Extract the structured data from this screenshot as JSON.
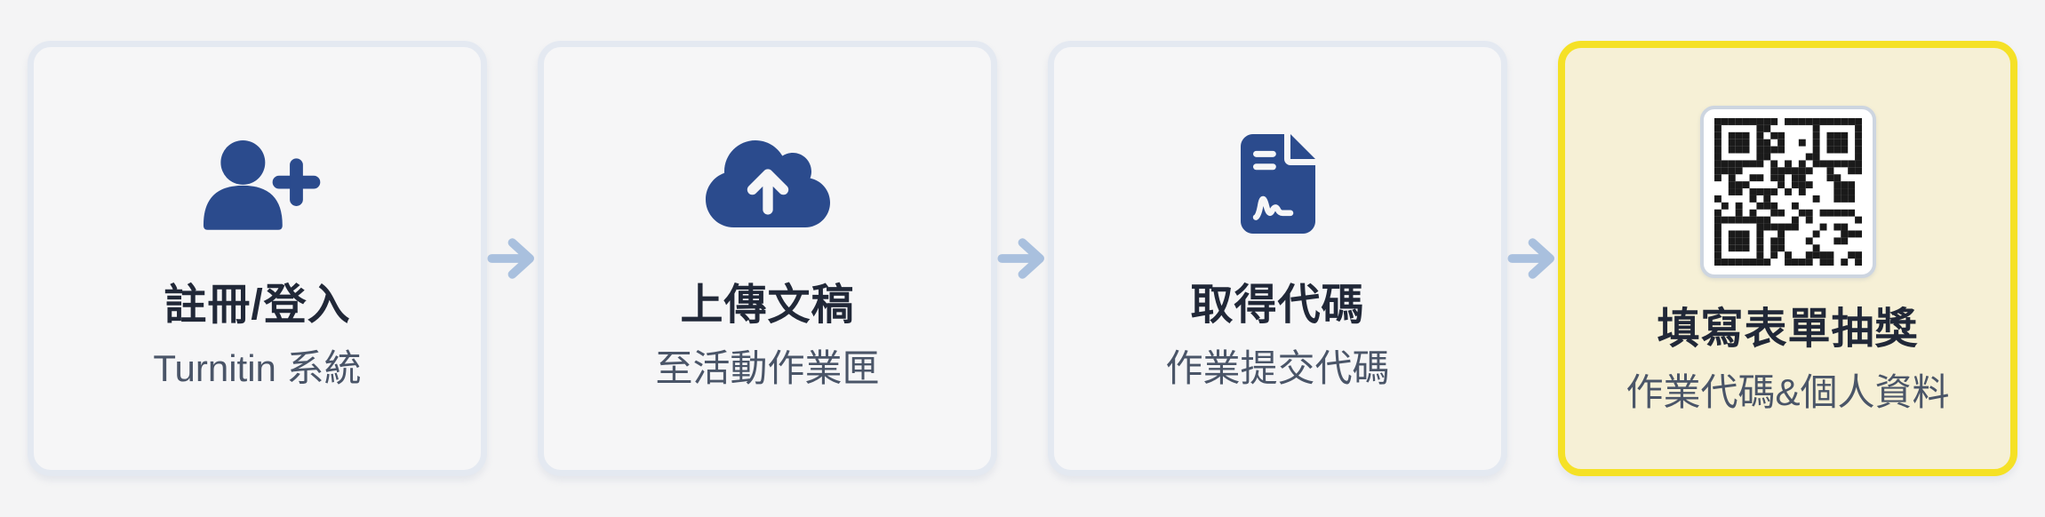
{
  "steps": [
    {
      "title": "註冊/登入",
      "subtitle": "Turnitin 系統",
      "icon": "user-plus-icon",
      "highlighted": false
    },
    {
      "title": "上傳文稿",
      "subtitle": "至活動作業匣",
      "icon": "cloud-upload-icon",
      "highlighted": false
    },
    {
      "title": "取得代碼",
      "subtitle": "作業提交代碼",
      "icon": "file-document-icon",
      "highlighted": false
    },
    {
      "title": "填寫表單抽獎",
      "subtitle": "作業代碼&個人資料",
      "icon": "qr-code-image",
      "highlighted": true
    }
  ],
  "colors": {
    "page_bg": "#f4f4f5",
    "card_bg": "#f6f6f7",
    "card_border": "#e4e9f1",
    "accent_blue": "#2b4b8d",
    "title_color": "#212838",
    "subtitle_color": "#4a5568",
    "arrow_color": "#a9c0de",
    "highlight_border": "#f5e126",
    "highlight_bg": "#f6f0d6",
    "qr_black": "#1a1a1a"
  }
}
